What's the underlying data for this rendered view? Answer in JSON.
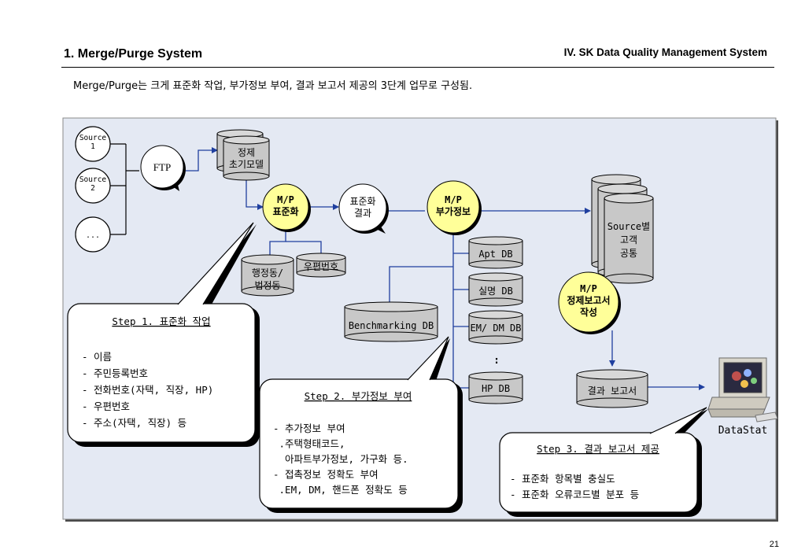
{
  "header": {
    "title": "1. Merge/Purge System",
    "section": "IV.  SK Data Quality Management System"
  },
  "subtitle": "Merge/Purge는 크게 표준화 작업, 부가정보 부여, 결과 보고서 제공의 3단계 업무로 구성됨.",
  "page_number": "21",
  "diagram": {
    "sources": [
      "Source\n1",
      "Source\n2",
      "..."
    ],
    "ftp": "FTP",
    "clean_model_db": "정제\n초기모델",
    "mp_standardize": "M/P\n표준화",
    "std_result": "표준화\n결과",
    "mp_addinfo": "M/P\n부가정보",
    "admin_db": "행정동/\n법정동",
    "zip_db": "우편번호",
    "source_customers": "Source별\n고객\n공통",
    "apt_db": "Apt DB",
    "name_db": "실명 DB",
    "benchmark_db": "Benchmarking DB",
    "emdm_db": "EM/ DM DB",
    "ellipsis": ":",
    "hp_db": "HP DB",
    "mp_report": "M/P\n정제보고서\n작성",
    "result_report": "결과 보고서",
    "datastat": "DataStat",
    "step1": {
      "title": "Step 1.  표준화 작업",
      "lines": [
        "- 이름",
        "- 주민등록번호",
        "- 전화번호(자택, 직장, HP)",
        "- 우편번호",
        "- 주소(자택, 직장) 등"
      ]
    },
    "step2": {
      "title": "Step 2.  부가정보 부여",
      "lines": [
        "- 추가정보 부여",
        " .주택형태코드,",
        "  아파트부가정보, 가구화 등.",
        "- 접촉정보 정확도 부여",
        " .EM, DM, 핸드폰 정확도 등"
      ]
    },
    "step3": {
      "title": "Step 3.  결과 보고서 제공",
      "lines": [
        "- 표준화 항목별 충실도",
        "- 표준화 오류코드별 분포 등"
      ]
    }
  }
}
